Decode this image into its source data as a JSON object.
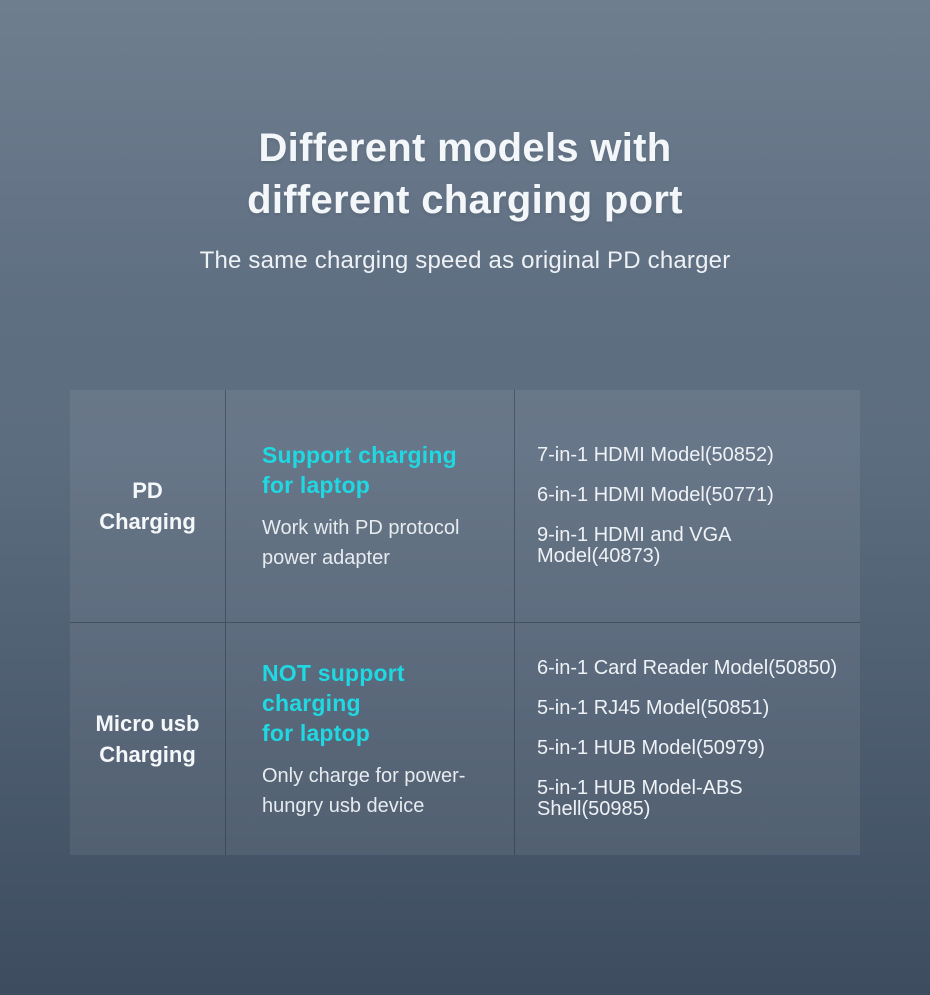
{
  "page": {
    "title_line1": "Different models with",
    "title_line2": "different charging port",
    "subtitle": "The same charging speed as original PD charger"
  },
  "colors": {
    "accent_cyan": "#1fd8e2",
    "background_top": "#6f7e8f",
    "background_bottom": "#3d4c5f",
    "text_white": "#f4f7fa"
  },
  "table": {
    "rows": [
      {
        "category_line1": "PD",
        "category_line2": "Charging",
        "highlight_line1": "Support charging",
        "highlight_line2": "for laptop",
        "description_line1": "Work with PD protocol",
        "description_line2": "power adapter",
        "models": [
          "7-in-1 HDMI Model(50852)",
          "6-in-1 HDMI Model(50771)",
          "9-in-1 HDMI and VGA Model(40873)"
        ]
      },
      {
        "category_line1": "Micro usb",
        "category_line2": "Charging",
        "highlight_line1": "NOT support charging",
        "highlight_line2": "for laptop",
        "description_line1": "Only charge for power-",
        "description_line2": "hungry usb device",
        "models": [
          "6-in-1 Card Reader Model(50850)",
          "5-in-1 RJ45 Model(50851)",
          "5-in-1 HUB Model(50979)",
          "5-in-1 HUB Model-ABS Shell(50985)"
        ]
      }
    ]
  }
}
